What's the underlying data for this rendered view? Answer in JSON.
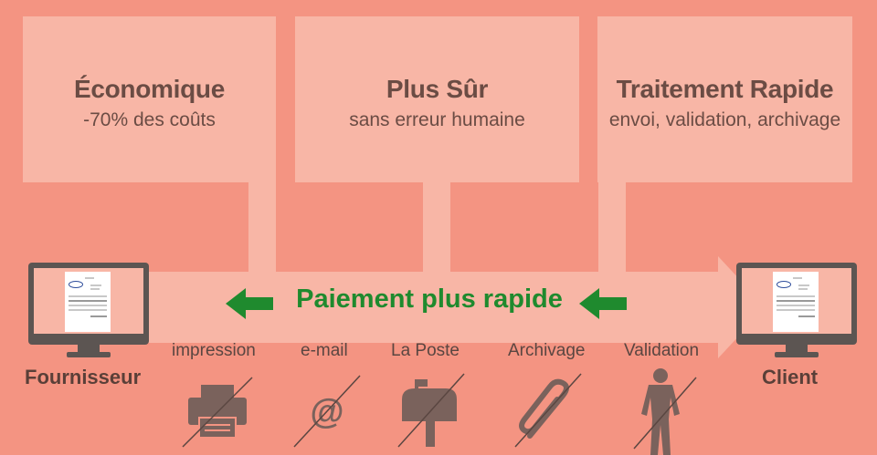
{
  "benefits": [
    {
      "title": "Économique",
      "subtitle": "-70% des coûts"
    },
    {
      "title": "Plus Sûr",
      "subtitle": "sans erreur humaine"
    },
    {
      "title": "Traitement Rapide",
      "subtitle": "envoi, validation, archivage"
    }
  ],
  "flow": {
    "center_label": "Paiement plus rapide",
    "left_party": "Fournisseur",
    "right_party": "Client"
  },
  "eliminated_steps": [
    {
      "label": "impression",
      "icon": "printer-icon"
    },
    {
      "label": "e-mail",
      "icon": "at-sign-icon"
    },
    {
      "label": "La Poste",
      "icon": "mailbox-icon"
    },
    {
      "label": "Archivage",
      "icon": "paperclip-icon"
    },
    {
      "label": "Validation",
      "icon": "person-icon"
    }
  ],
  "colors": {
    "background": "#f49482",
    "panel": "#f8b6a6",
    "accent_green": "#1f8a2e",
    "dark": "#5c5552"
  }
}
